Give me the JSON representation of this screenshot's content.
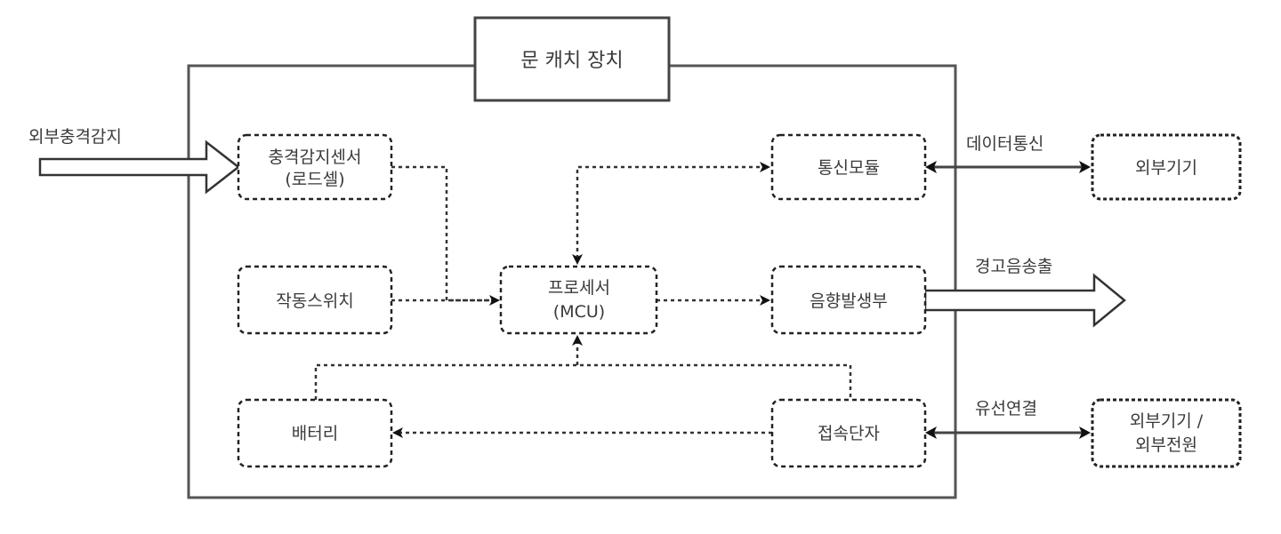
{
  "diagram": {
    "title": "문 캐치 장치",
    "nodes": {
      "impact_sensor": {
        "line1": "충격감지센서",
        "line2": "(로드셀)"
      },
      "switch": {
        "label": "작동스위치"
      },
      "processor": {
        "line1": "프로세서",
        "line2": "(MCU)"
      },
      "comm_module": {
        "label": "통신모듈"
      },
      "sound": {
        "label": "음향발생부"
      },
      "battery": {
        "label": "배터리"
      },
      "terminal": {
        "label": "접속단자"
      },
      "ext_device": {
        "label": "외부기기"
      },
      "ext_power": {
        "line1": "외부기기 /",
        "line2": "외부전원"
      }
    },
    "edge_labels": {
      "external_impact": "외부충격감지",
      "data_comm": "데이터통신",
      "alarm_output": "경고음송출",
      "wired_connection": "유선연결"
    }
  }
}
